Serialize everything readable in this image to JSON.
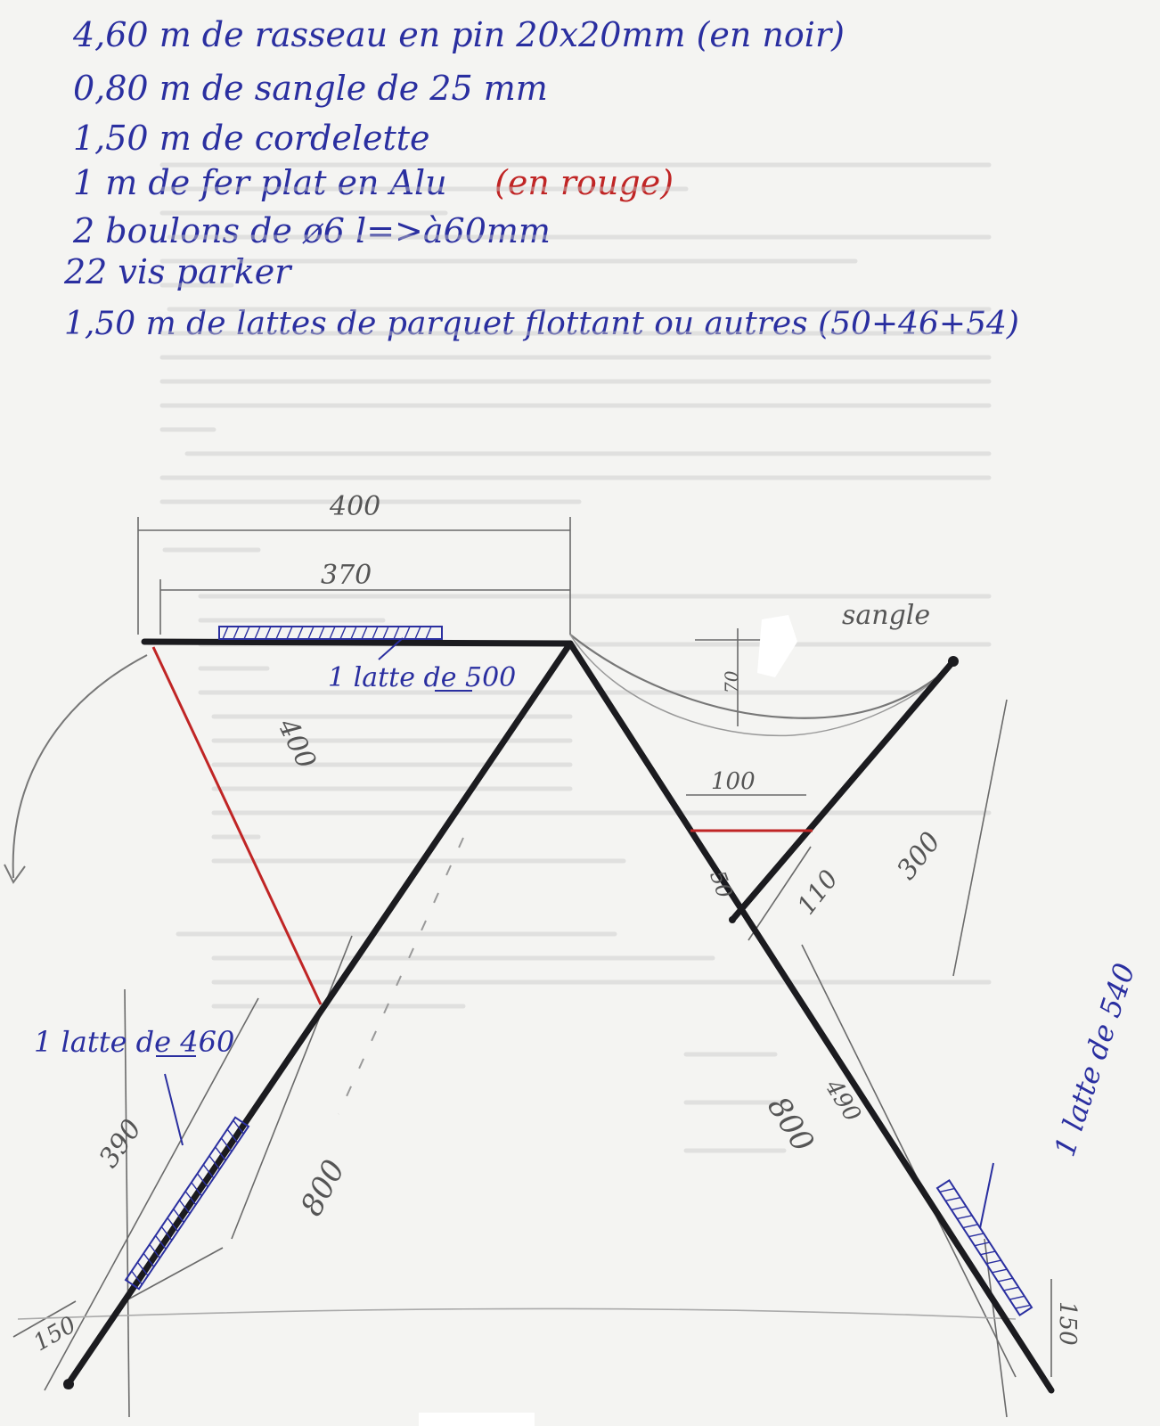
{
  "materials": [
    "4,60 m de rasseau en pin 20x20mm (en noir)",
    "0,80 m de sangle de 25 mm",
    "1,50 m de cordelette",
    "1 m de fer plat en Alu",
    "2 boulons de ø6 l=>à60mm",
    "22 vis parker",
    "1,50 m de lattes de parquet flottant ou autres (50+46+54)"
  ],
  "materials_red_note": "(en rouge)",
  "dimensions": {
    "top_width_outer": "400",
    "top_width_inner": "370",
    "sangle_label": "sangle",
    "sangle_drop": "70",
    "diag_red": "400",
    "cross_width": "100",
    "cross_low": "50",
    "cross_diag": "110",
    "right_leg_upper": "300",
    "left_leg_long": "800",
    "right_leg_long": "800",
    "left_leg_lower": "390",
    "right_leg_mid": "490",
    "foot_left": "150",
    "foot_right": "150"
  },
  "labels": {
    "latte_top": "1 latte de 500",
    "latte_left": "1 latte de 460",
    "latte_right": "1 latte de 540"
  },
  "colors": {
    "ink_blue": "#2a2fa0",
    "red": "#c02525",
    "frame_black": "#1b1b1f",
    "pencil": "#555555"
  }
}
